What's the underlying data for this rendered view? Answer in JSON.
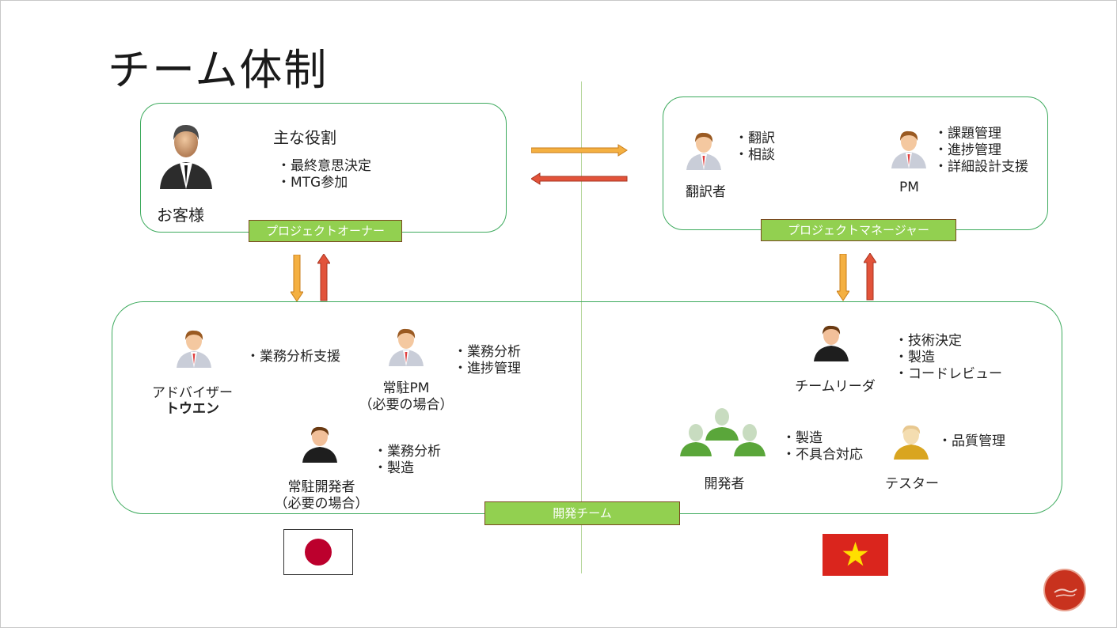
{
  "title": "チーム体制",
  "colors": {
    "box_border": "#3daa5d",
    "tag_fill": "#92d050",
    "arrow_orange": "#f4b042",
    "arrow_red": "#e2533a",
    "japan_red": "#bc002d",
    "vietnam_red": "#da251d",
    "vietnam_star": "#ffdf00"
  },
  "owner_box": {
    "tag": "プロジェクトオーナー",
    "role_heading": "主な役割",
    "person": {
      "label": "お客様",
      "icon": "businessman-icon"
    },
    "roles": [
      "最終意思決定",
      "MTG参加"
    ]
  },
  "pm_box": {
    "tag": "プロジェクトマネージャー",
    "translator": {
      "label": "翻訳者",
      "icon": "person-icon",
      "roles": [
        "翻訳",
        "相談"
      ]
    },
    "pm": {
      "label": "PM",
      "icon": "person-icon",
      "roles": [
        "課題管理",
        "進捗管理",
        "詳細設計支援"
      ]
    }
  },
  "dev_box": {
    "tag": "開発チーム",
    "advisor": {
      "label": "アドバイザー",
      "name": "トウエン",
      "icon": "person-icon",
      "roles": [
        "業務分析支援"
      ]
    },
    "resident_pm": {
      "label": "常駐PM",
      "note": "（必要の場合）",
      "icon": "person-icon",
      "roles": [
        "業務分析",
        "進捗管理"
      ]
    },
    "resident_dev": {
      "label": "常駐開発者",
      "note": "（必要の場合）",
      "icon": "person-icon",
      "roles": [
        "業務分析",
        "製造"
      ]
    },
    "team_leader": {
      "label": "チームリーダ",
      "icon": "person-icon",
      "roles": [
        "技術決定",
        "製造",
        "コードレビュー"
      ]
    },
    "developers": {
      "label": "開発者",
      "icon": "group-icon",
      "roles": [
        "製造",
        "不具合対応"
      ]
    },
    "tester": {
      "label": "テスター",
      "icon": "person-icon",
      "roles": [
        "品質管理"
      ]
    }
  },
  "flags": {
    "left": "japan-flag",
    "right": "vietnam-flag"
  }
}
